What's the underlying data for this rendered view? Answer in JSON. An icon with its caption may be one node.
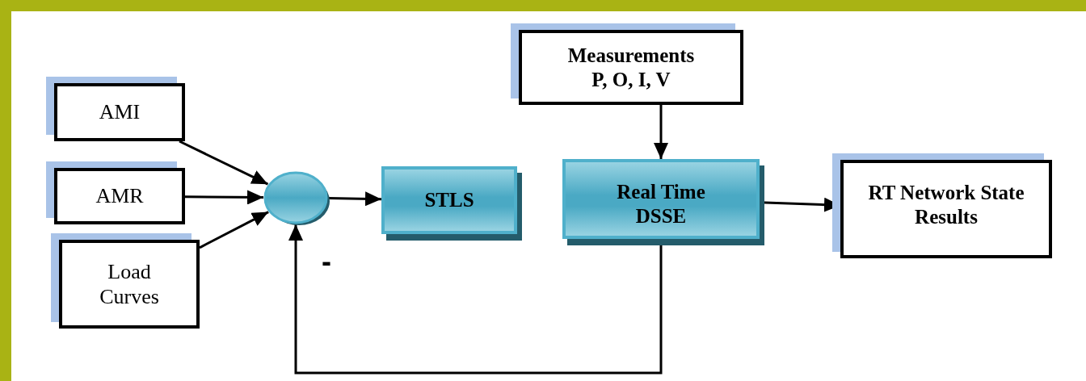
{
  "diagram": {
    "nodes": [
      {
        "text": [
          "AMI"
        ]
      },
      {
        "text": [
          "AMR"
        ]
      },
      {
        "text": [
          "Load Curves"
        ]
      },
      {
        "text": [],
        "shape": "circle"
      },
      {
        "text": [
          "STLS"
        ]
      },
      {
        "text": [
          "Measurements",
          "P, O, I, V"
        ]
      },
      {
        "text": [
          "Real Time DSSE"
        ]
      },
      {
        "text": [
          "RT Network State Results"
        ]
      }
    ],
    "edges": [
      {
        "from": 0,
        "to": 3,
        "arrow": "to"
      },
      {
        "from": 1,
        "to": 3,
        "arrow": "to"
      },
      {
        "from": 2,
        "to": 3,
        "arrow": "to"
      },
      {
        "from": 3,
        "to": 4,
        "arrow": "to"
      },
      {
        "from": 5,
        "to": 6,
        "arrow": "to"
      },
      {
        "from": 6,
        "to": 7,
        "arrow": "to"
      },
      {
        "from": 6,
        "to": 3,
        "arrow": "to"
      }
    ],
    "labels": [
      "-"
    ]
  }
}
